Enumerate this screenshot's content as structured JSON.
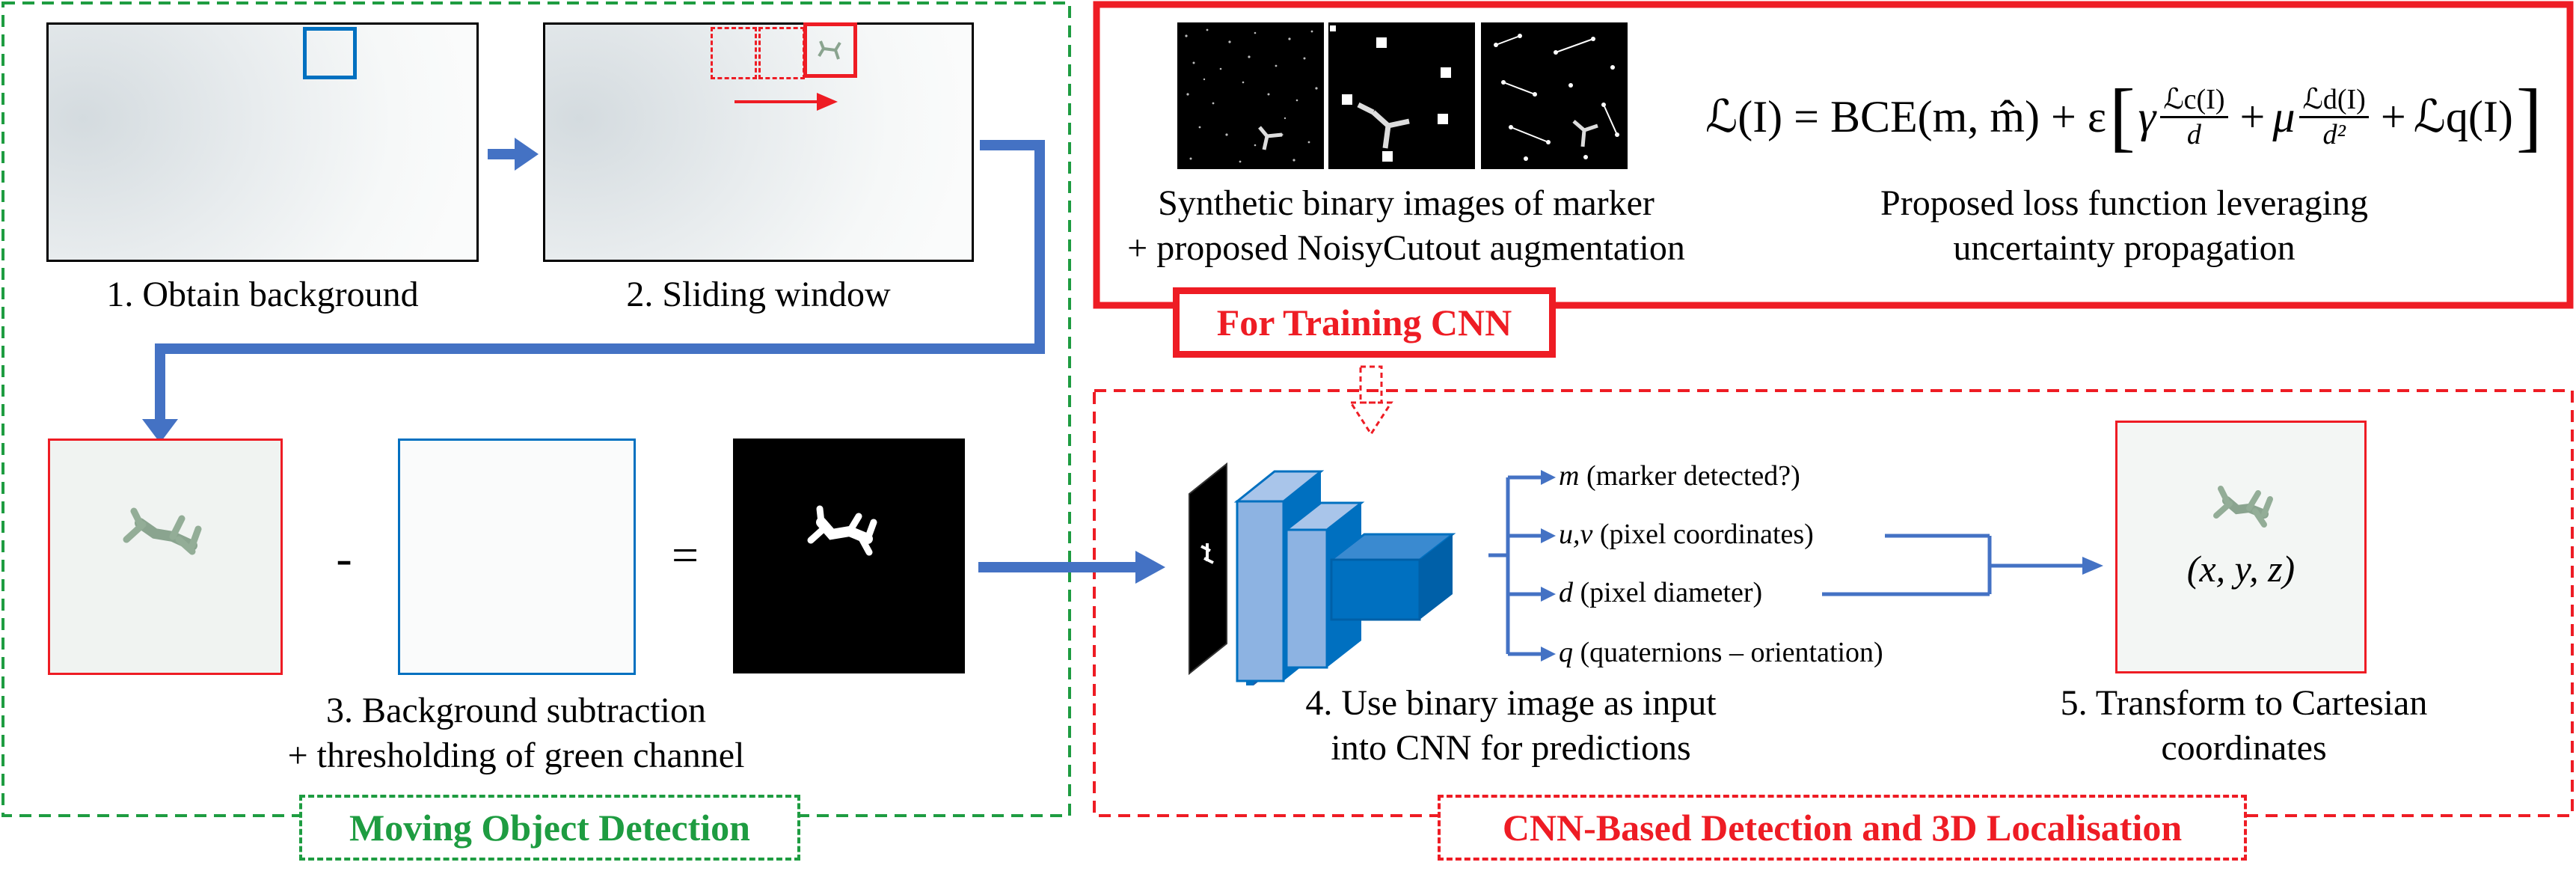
{
  "colors": {
    "green": "#1e9c41",
    "red": "#ee1c24",
    "blue": "#4472c4",
    "cnn_blue": "#0070c0",
    "black": "#000000"
  },
  "step1": {
    "label": "1. Obtain background"
  },
  "step2": {
    "label": "2. Sliding window"
  },
  "step3": {
    "label_line1": "3. Background subtraction",
    "label_line2": "+ thresholding of green channel",
    "minus": "-",
    "equals": "="
  },
  "moving": {
    "title": "Moving Object Detection"
  },
  "training": {
    "title": "For Training CNN",
    "synthetic_line1": "Synthetic binary images of marker",
    "synthetic_line2": "+ proposed NoisyCutout augmentation",
    "loss_line1": "Proposed loss function leveraging",
    "loss_line2": "uncertainty propagation",
    "formula": {
      "lhs": "ℒ(I) = BCE(m, m̂) + ε",
      "gamma": "γ",
      "lc": "ℒc(I)",
      "d": "d",
      "plus1": "+",
      "mu": "μ",
      "ld": "ℒd(I)",
      "d2": "d²",
      "plus2": "+",
      "lq": "ℒq(I)"
    }
  },
  "cnn_section": {
    "title": "CNN-Based Detection and 3D Localisation",
    "step4_line1": "4. Use binary image as input",
    "step4_line2": "into CNN for predictions",
    "step5_line1": "5. Transform to Cartesian",
    "step5_line2": "coordinates",
    "coords": "(x, y, z)"
  },
  "outputs": [
    {
      "sym": "m",
      "desc": " (marker detected?)"
    },
    {
      "sym": "u,v",
      "desc": " (pixel coordinates)"
    },
    {
      "sym": "d",
      "desc": " (pixel diameter)"
    },
    {
      "sym": "q",
      "desc": " (quaternions – orientation)"
    }
  ]
}
